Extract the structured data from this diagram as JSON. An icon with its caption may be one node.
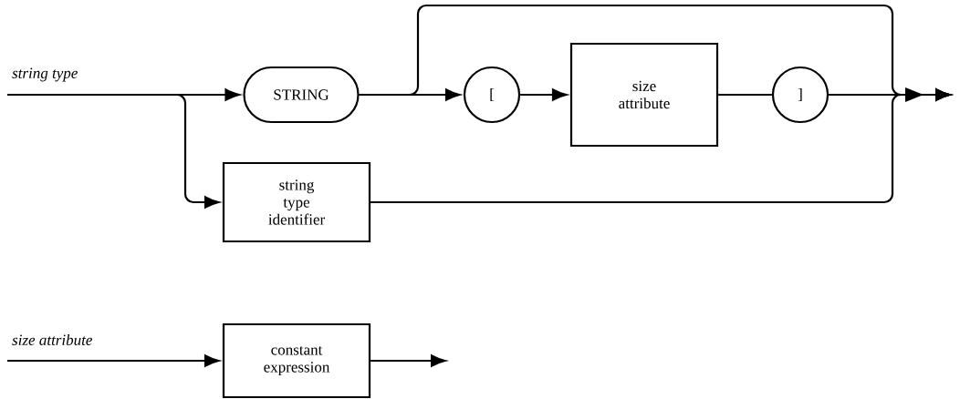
{
  "diagram": {
    "nodes": [
      {
        "text": [
          "STRING"
        ]
      },
      {
        "text": [
          "["
        ]
      },
      {
        "text": [
          "size attribute"
        ]
      },
      {
        "text": [
          "]"
        ]
      },
      {
        "text": [
          "string type identifier"
        ]
      },
      {
        "text": [
          "constant expression"
        ]
      }
    ],
    "edges": [
      {
        "from": null,
        "to": 0,
        "arrow": "to"
      },
      {
        "from": null,
        "to": 4,
        "arrow": "to"
      },
      {
        "from": 0,
        "to": 1,
        "arrow": "to"
      },
      {
        "from": 0,
        "to": null,
        "arrow": "to"
      },
      {
        "from": 1,
        "to": 2,
        "arrow": "to"
      },
      {
        "from": 2,
        "to": 3,
        "arrow": "none"
      },
      {
        "from": 3,
        "to": null,
        "arrow": "to"
      },
      {
        "from": 4,
        "to": null,
        "arrow": "to"
      },
      {
        "from": null,
        "to": 5,
        "arrow": "to"
      },
      {
        "from": 5,
        "to": null,
        "arrow": "to"
      }
    ],
    "labels": [
      "string type",
      "size attribute"
    ]
  }
}
